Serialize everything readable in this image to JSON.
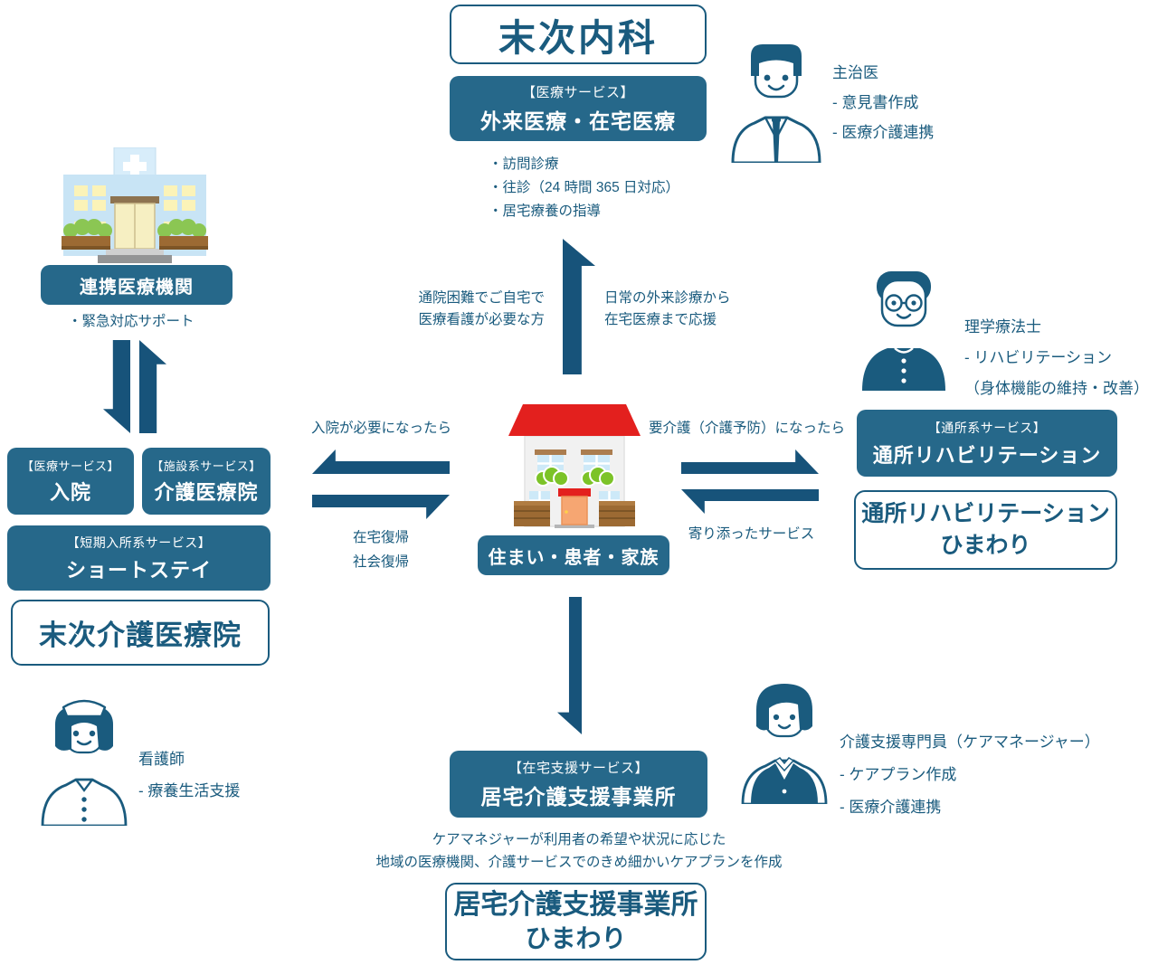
{
  "palette": {
    "box_fill": "#26688a",
    "outline_and_text": "#1a5b7e",
    "arrow": "#17537a",
    "roof_red": "#e3201e"
  },
  "top": {
    "clinic_title": "末次内科",
    "service_box": {
      "category": "【医療サービス】",
      "title": "外来医療・在宅医療"
    },
    "bullets": [
      "・訪問診療",
      "・往診（24 時間 365 日対応）",
      "・居宅療養の指導"
    ],
    "doctor": {
      "role": "主治医",
      "items": [
        "- 意見書作成",
        "- 医療介護連携"
      ]
    }
  },
  "left": {
    "hospital_box": "連携医療機関",
    "hospital_bullet": "・緊急対応サポート",
    "inpatient_box": {
      "category": "【医療サービス】",
      "title": "入院"
    },
    "facility_box": {
      "category": "【施設系サービス】",
      "title": "介護医療院"
    },
    "shortstay_box": {
      "category": "【短期入所系サービス】",
      "title": "ショートステイ"
    },
    "facility_title": "末次介護医療院",
    "nurse": {
      "role": "看護師",
      "items": [
        "- 療養生活支援"
      ]
    }
  },
  "center": {
    "home_box": "住まい・患者・家族",
    "up_left_label": [
      "通院困難でご自宅で",
      "医療看護が必要な方"
    ],
    "up_right_label": [
      "日常の外来診療から",
      "在宅医療まで応援"
    ],
    "to_left_label": "入院が必要になったら",
    "from_left_labels": [
      "在宅復帰",
      "社会復帰"
    ],
    "to_right_label": "要介護（介護予防）になったら",
    "from_right_label": "寄り添ったサービス"
  },
  "right": {
    "therapist": {
      "role": "理学療法士",
      "items": [
        "- リハビリテーション",
        "（身体機能の維持・改善）"
      ]
    },
    "service_box": {
      "category": "【通所系サービス】",
      "title": "通所リハビリテーション"
    },
    "facility_title": [
      "通所リハビリテーション",
      "ひまわり"
    ]
  },
  "bottom": {
    "service_box": {
      "category": "【在宅支援サービス】",
      "title": "居宅介護支援事業所"
    },
    "description": [
      "ケアマネジャーが利用者の希望や状況に応じた",
      "地域の医療機関、介護サービスでのきめ細かいケアプランを作成"
    ],
    "facility_title": [
      "居宅介護支援事業所",
      "ひまわり"
    ],
    "care_manager": {
      "role": "介護支援専門員（ケアマネージャー）",
      "items": [
        "- ケアプラン作成",
        "- 医療介護連携"
      ]
    }
  }
}
